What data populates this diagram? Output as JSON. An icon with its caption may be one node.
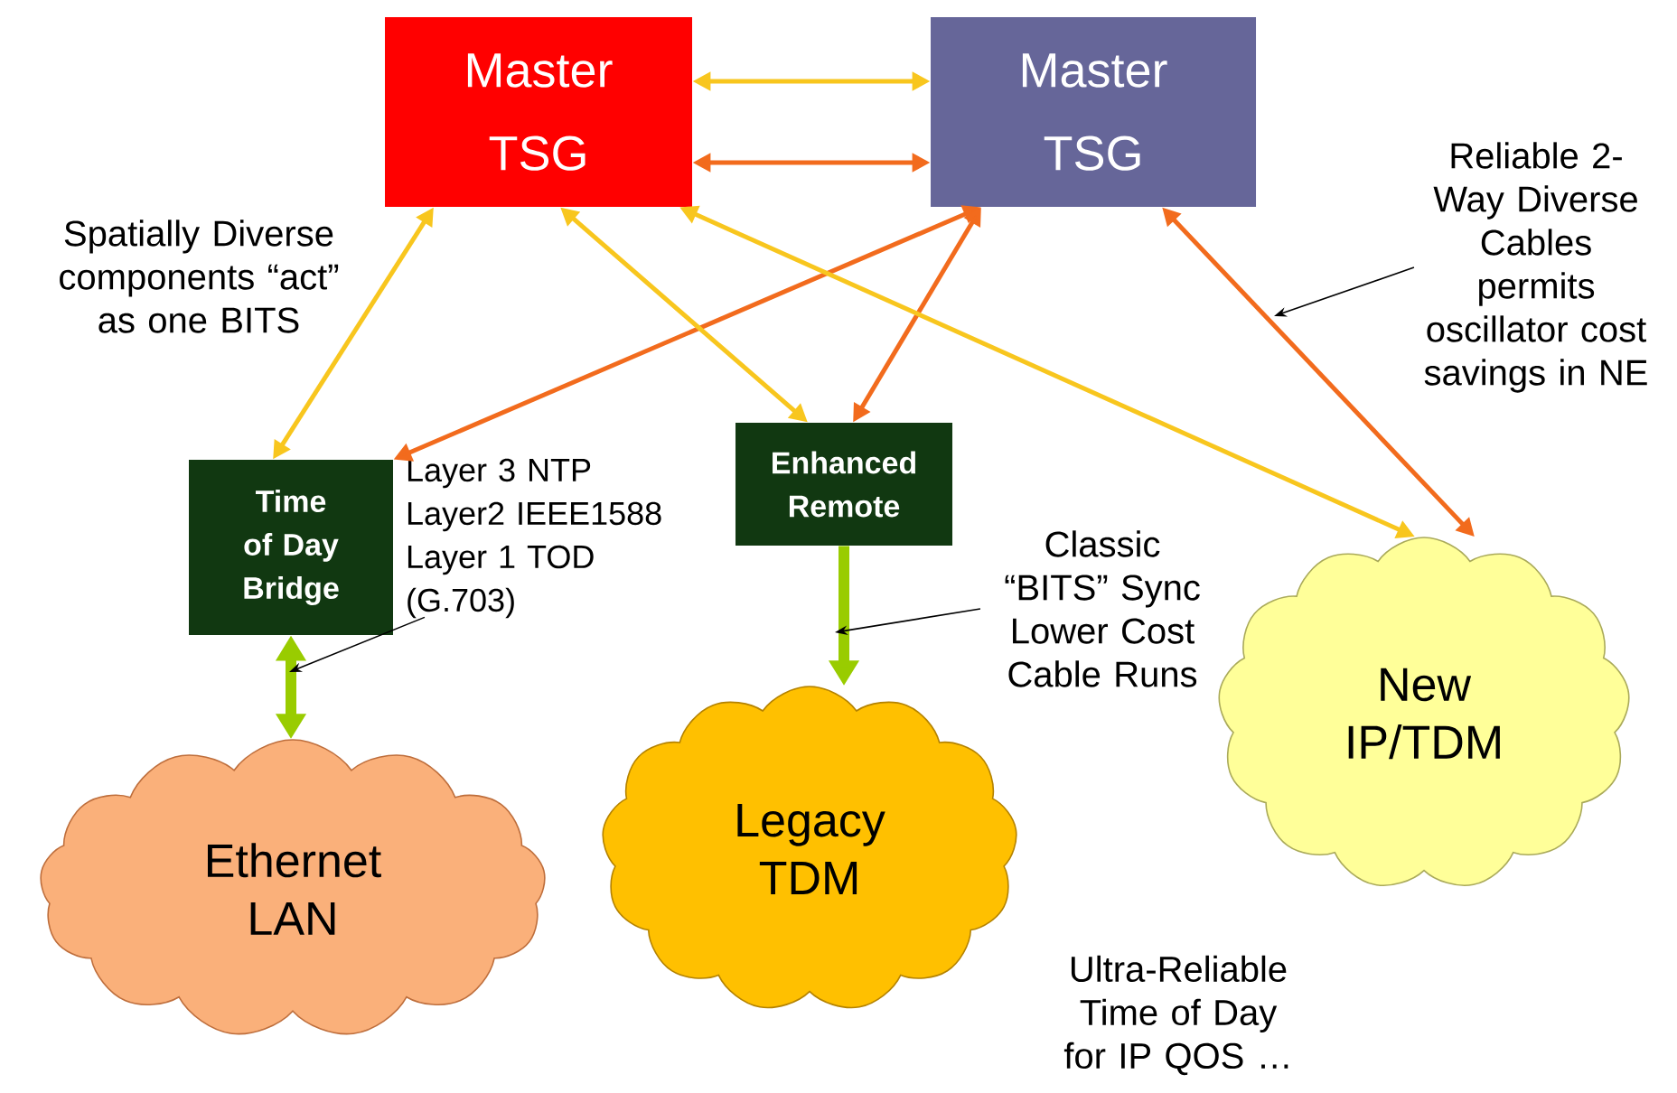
{
  "diagram": {
    "nodes": [
      {
        "text": [
          "Master TSG"
        ]
      },
      {
        "text": [
          "Master TSG"
        ]
      },
      {
        "text": [
          "Time of Day Bridge"
        ]
      },
      {
        "text": [
          "Enhanced Remote"
        ]
      },
      {
        "text": [
          "Ethernet LAN"
        ]
      },
      {
        "text": [
          "Legacy TDM"
        ]
      },
      {
        "text": [
          "New IP/TDM"
        ]
      },
      {
        "text": [
          "Reliable 2-Way Diverse Cables permits oscillator cost savings in NE"
        ]
      },
      {
        "text": [
          "Layer 3 NTP Layer2 IEEE1588 Layer 1 TOD (G.703)"
        ]
      },
      {
        "text": [
          "Classic “BITS” Sync Lower Cost Cable Runs"
        ]
      }
    ],
    "edges": [
      {
        "from": 0,
        "to": 1,
        "arrow": "both",
        "color": "#f8c61e"
      },
      {
        "from": 0,
        "to": 1,
        "arrow": "both",
        "color": "#f26b1d"
      },
      {
        "from": 0,
        "to": 2,
        "arrow": "both",
        "color": "#f8c61e"
      },
      {
        "from": 1,
        "to": 2,
        "arrow": "both",
        "color": "#f26b1d"
      },
      {
        "from": 0,
        "to": 3,
        "arrow": "both",
        "color": "#f8c61e"
      },
      {
        "from": 1,
        "to": 3,
        "arrow": "both",
        "color": "#f26b1d"
      },
      {
        "from": 0,
        "to": 6,
        "arrow": "both",
        "color": "#f8c61e"
      },
      {
        "from": 1,
        "to": 6,
        "arrow": "both",
        "color": "#f26b1d"
      },
      {
        "from": 2,
        "to": 4,
        "arrow": "both",
        "style": "thick",
        "color": "#99cc00"
      },
      {
        "from": 3,
        "to": 5,
        "arrow": "to",
        "style": "thick",
        "color": "#99cc00"
      },
      {
        "from": 7,
        "to": null,
        "arrow": "to",
        "color": "#000000"
      },
      {
        "from": 8,
        "to": null,
        "arrow": "to",
        "color": "#000000"
      },
      {
        "from": 9,
        "to": null,
        "arrow": "to",
        "color": "#000000"
      }
    ],
    "labels": [
      "Spatially Diverse components “act” as one BITS",
      "Ultra-Reliable Time of Day for IP QOS …"
    ]
  }
}
